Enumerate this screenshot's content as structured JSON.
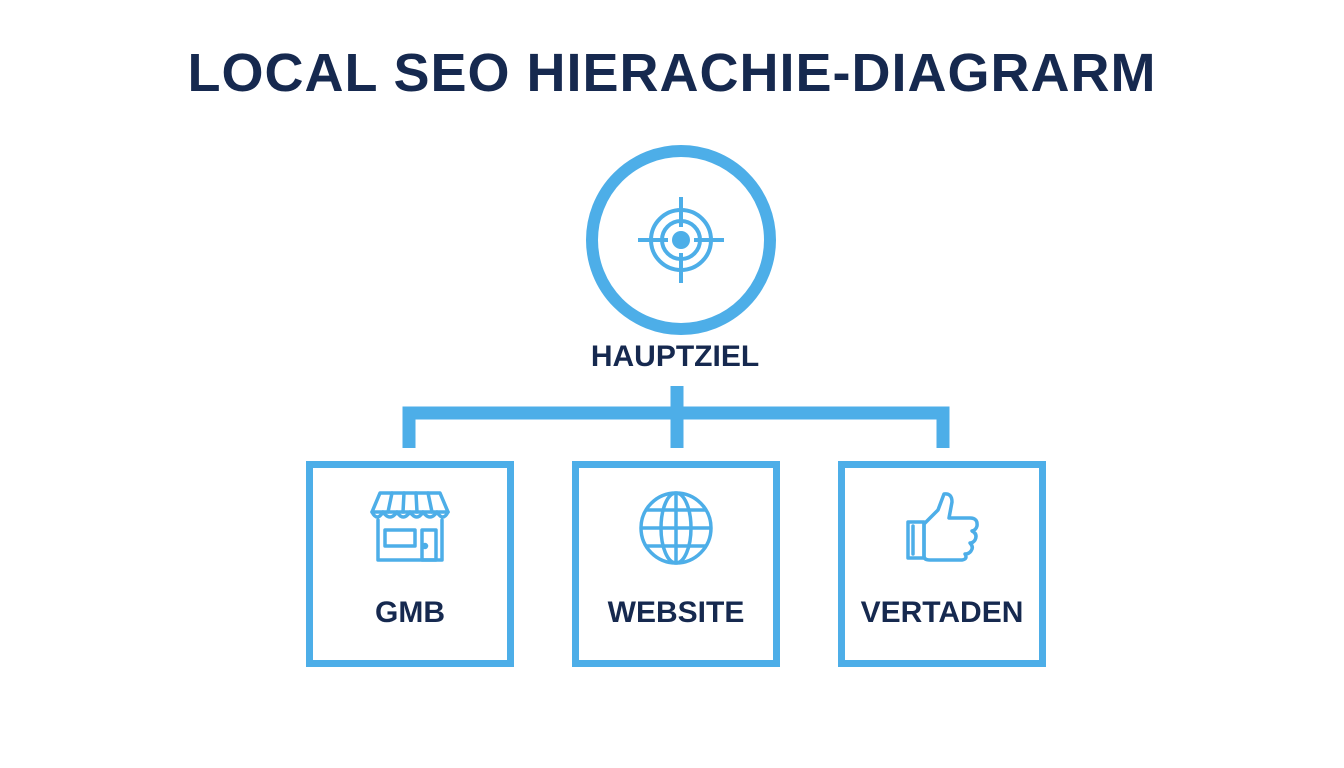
{
  "title": "LOCAL SEO HIERACHIE-DIAGRARM",
  "colors": {
    "accent": "#4daee8",
    "text": "#16294f",
    "background": "#ffffff"
  },
  "root": {
    "label": "HAUPTZIEL",
    "icon": "target-icon"
  },
  "children": [
    {
      "label": "GMB",
      "icon": "storefront-icon"
    },
    {
      "label": "WEBSITE",
      "icon": "globe-icon"
    },
    {
      "label": "VERTADEN",
      "icon": "thumbs-up-icon"
    }
  ]
}
